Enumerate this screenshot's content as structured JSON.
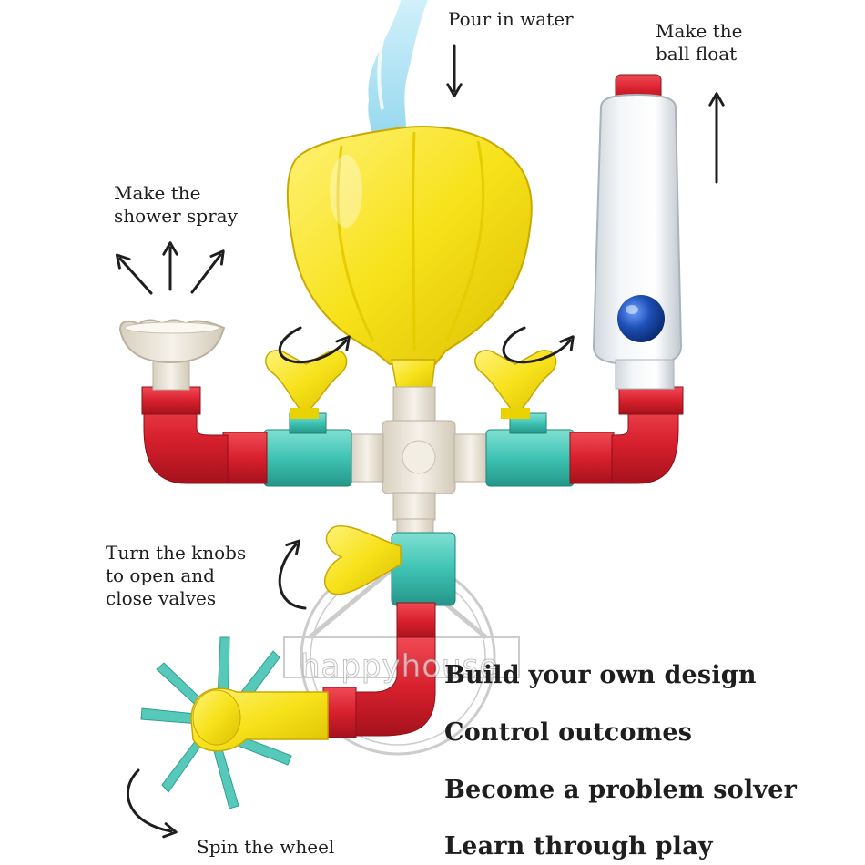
{
  "captions": {
    "pour": "Pour in water",
    "float": [
      "Make the",
      "ball float"
    ],
    "spray": [
      "Make the",
      "shower spray"
    ],
    "knobs": [
      "Turn the knobs",
      "to open and",
      "close valves"
    ],
    "wheel": "Spin the wheel"
  },
  "features": [
    "Build your own design",
    "Control outcomes",
    "Become a problem solver",
    "Learn through play"
  ],
  "watermark": "happyhouse",
  "colors": {
    "yellow": "#f7e21b",
    "red": "#d8202e",
    "teal": "#3fc3b4",
    "cream": "#efe9dc",
    "ball_blue": "#1d4fb5",
    "arrow": "#1e1e1e"
  },
  "icons": [
    "arrow-down-icon",
    "arrow-up-icon",
    "spray-arrows-icon",
    "rotate-arrow-icon",
    "curved-arrow-icon"
  ]
}
